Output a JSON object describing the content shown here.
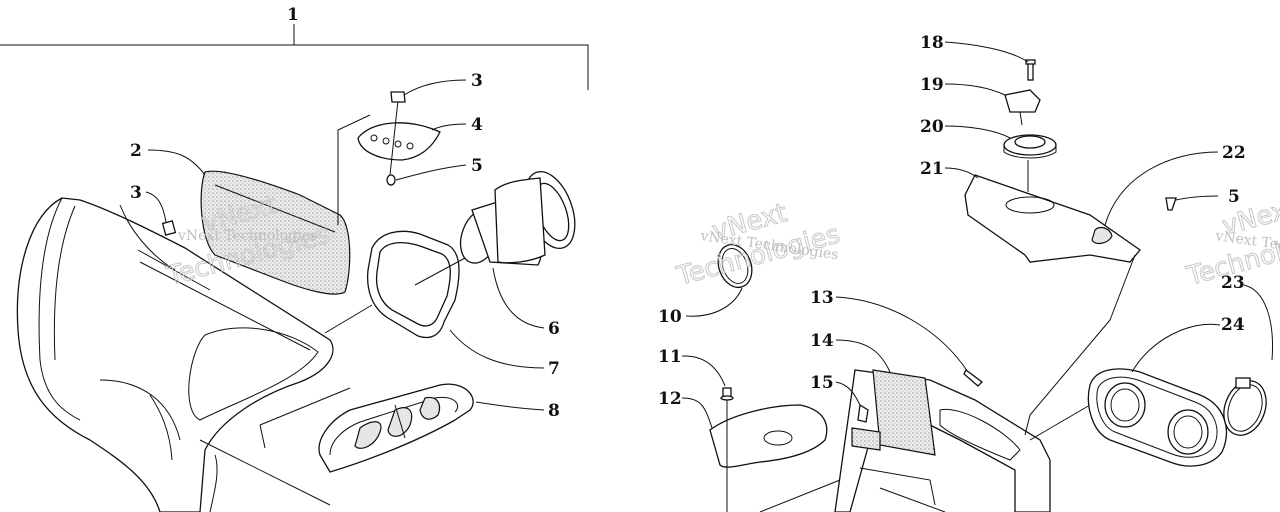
{
  "watermark": {
    "line1": "vNext",
    "line2": "Technologies",
    "full": "vNext Technologies"
  },
  "callouts": {
    "c1": "1",
    "c2": "2",
    "c3a": "3",
    "c3b": "3",
    "c4": "4",
    "c5a": "5",
    "c5b": "5",
    "c6": "6",
    "c7": "7",
    "c8": "8",
    "c10": "10",
    "c11": "11",
    "c12": "12",
    "c13": "13",
    "c14": "14",
    "c15": "15",
    "c18": "18",
    "c19": "19",
    "c20": "20",
    "c21": "21",
    "c22": "22",
    "c23": "23",
    "c24": "24"
  }
}
